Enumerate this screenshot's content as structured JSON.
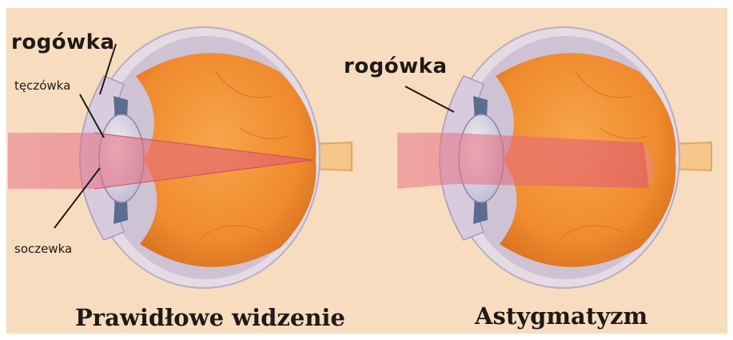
{
  "left_diagram": {
    "cornea_label": "rogówka",
    "iris_label": "tęczówka",
    "lens_label": "soczewka",
    "caption": "Prawidłowe widzenie"
  },
  "right_diagram": {
    "cornea_label": "rogówka",
    "caption": "Astygmatyzm"
  },
  "colors": {
    "background": "#f8dcc0",
    "eyeball": "#f39a3e",
    "sclera": "#e9dde6",
    "light_beam": "#e0607a"
  }
}
